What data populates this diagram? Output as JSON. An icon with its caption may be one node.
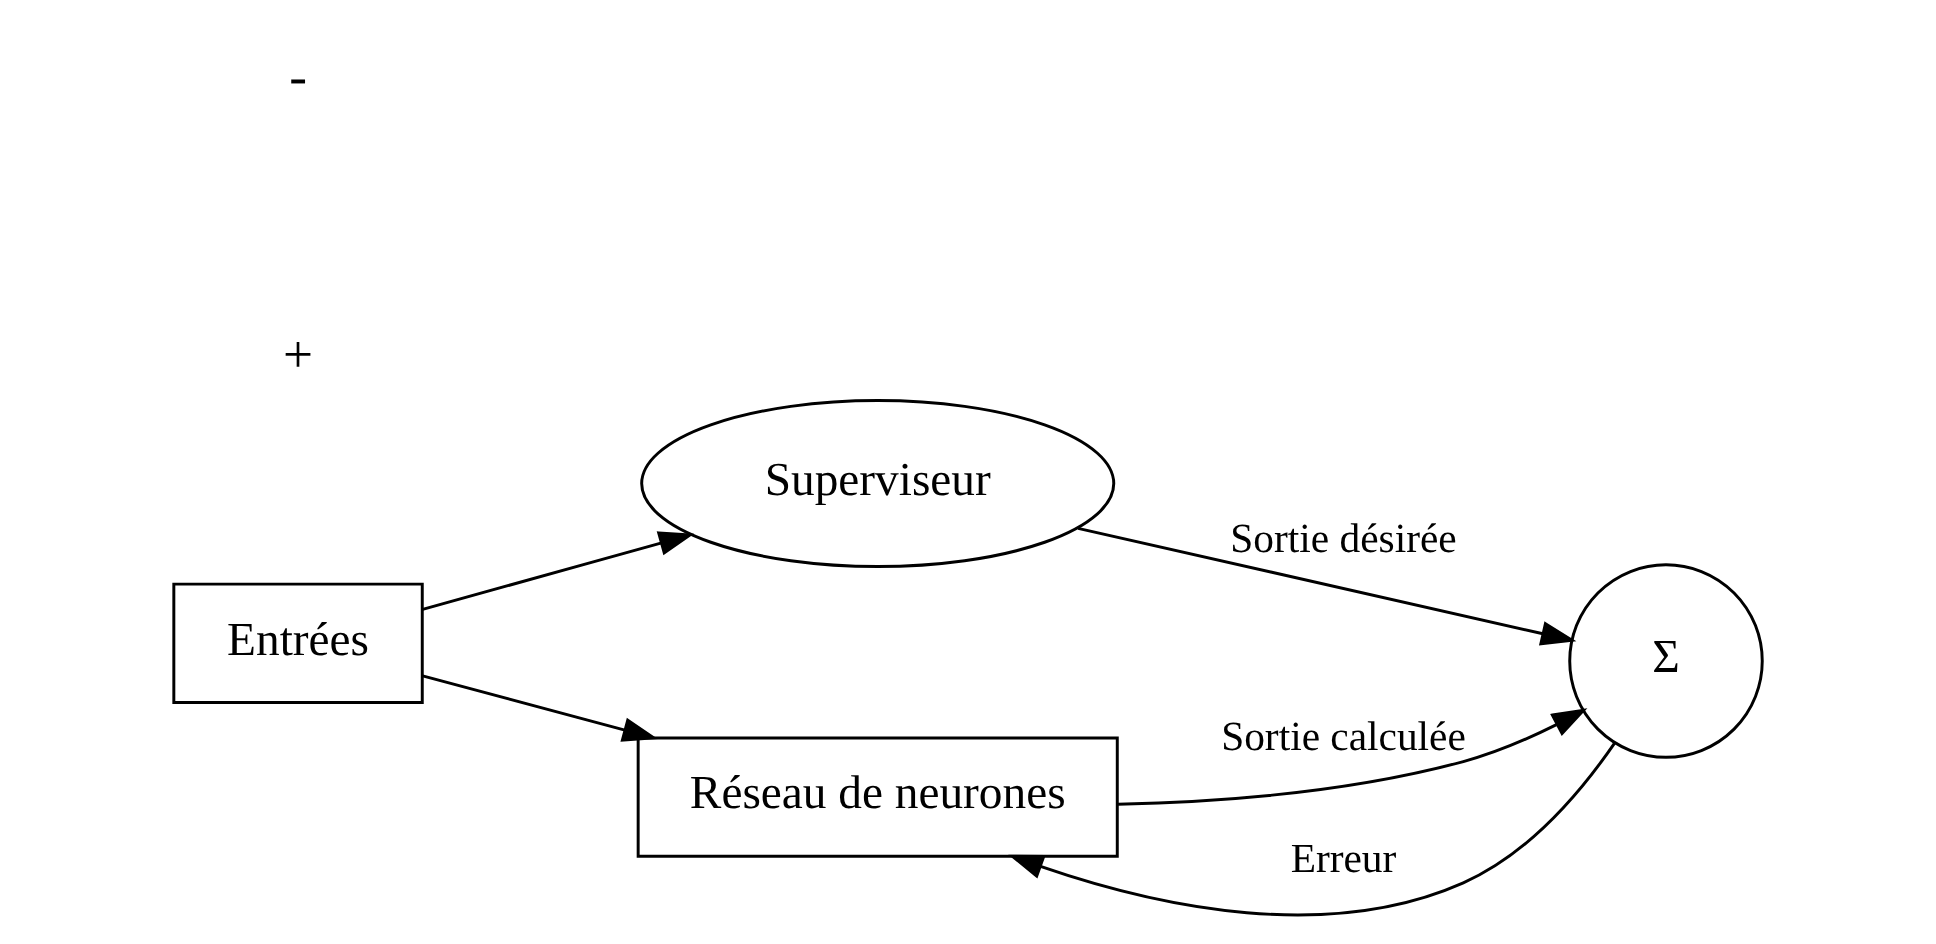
{
  "diagram": {
    "nodes": [
      {
        "text": [
          "Entrées"
        ]
      },
      {
        "text": [
          "Superviseur"
        ]
      },
      {
        "text": [
          "Réseau de neurones"
        ]
      },
      {
        "text": [
          "Σ"
        ]
      }
    ],
    "edges": [
      {
        "from": 0,
        "to": 1,
        "arrow": "to"
      },
      {
        "from": 0,
        "to": 2,
        "arrow": "to"
      },
      {
        "from": 1,
        "to": 3,
        "arrow": "to",
        "label": "Sortie désirée"
      },
      {
        "from": 2,
        "to": 3,
        "arrow": "to",
        "label": "Sortie calculée"
      },
      {
        "from": 3,
        "to": 2,
        "arrow": "to",
        "label": "Erreur"
      }
    ],
    "labels": [
      "+",
      "-"
    ]
  }
}
